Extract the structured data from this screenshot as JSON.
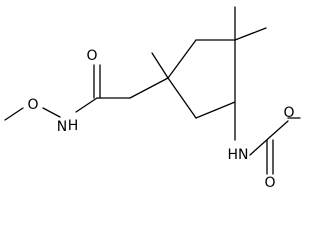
{
  "molecule": {
    "atoms": {
      "o_carbonyl_left": "O",
      "nh_left": "H",
      "n_left": "N",
      "o_methoxy_left": "O",
      "o_ester_right": "O",
      "nh_right": "HN",
      "o_carbonyl_right": "O"
    }
  }
}
